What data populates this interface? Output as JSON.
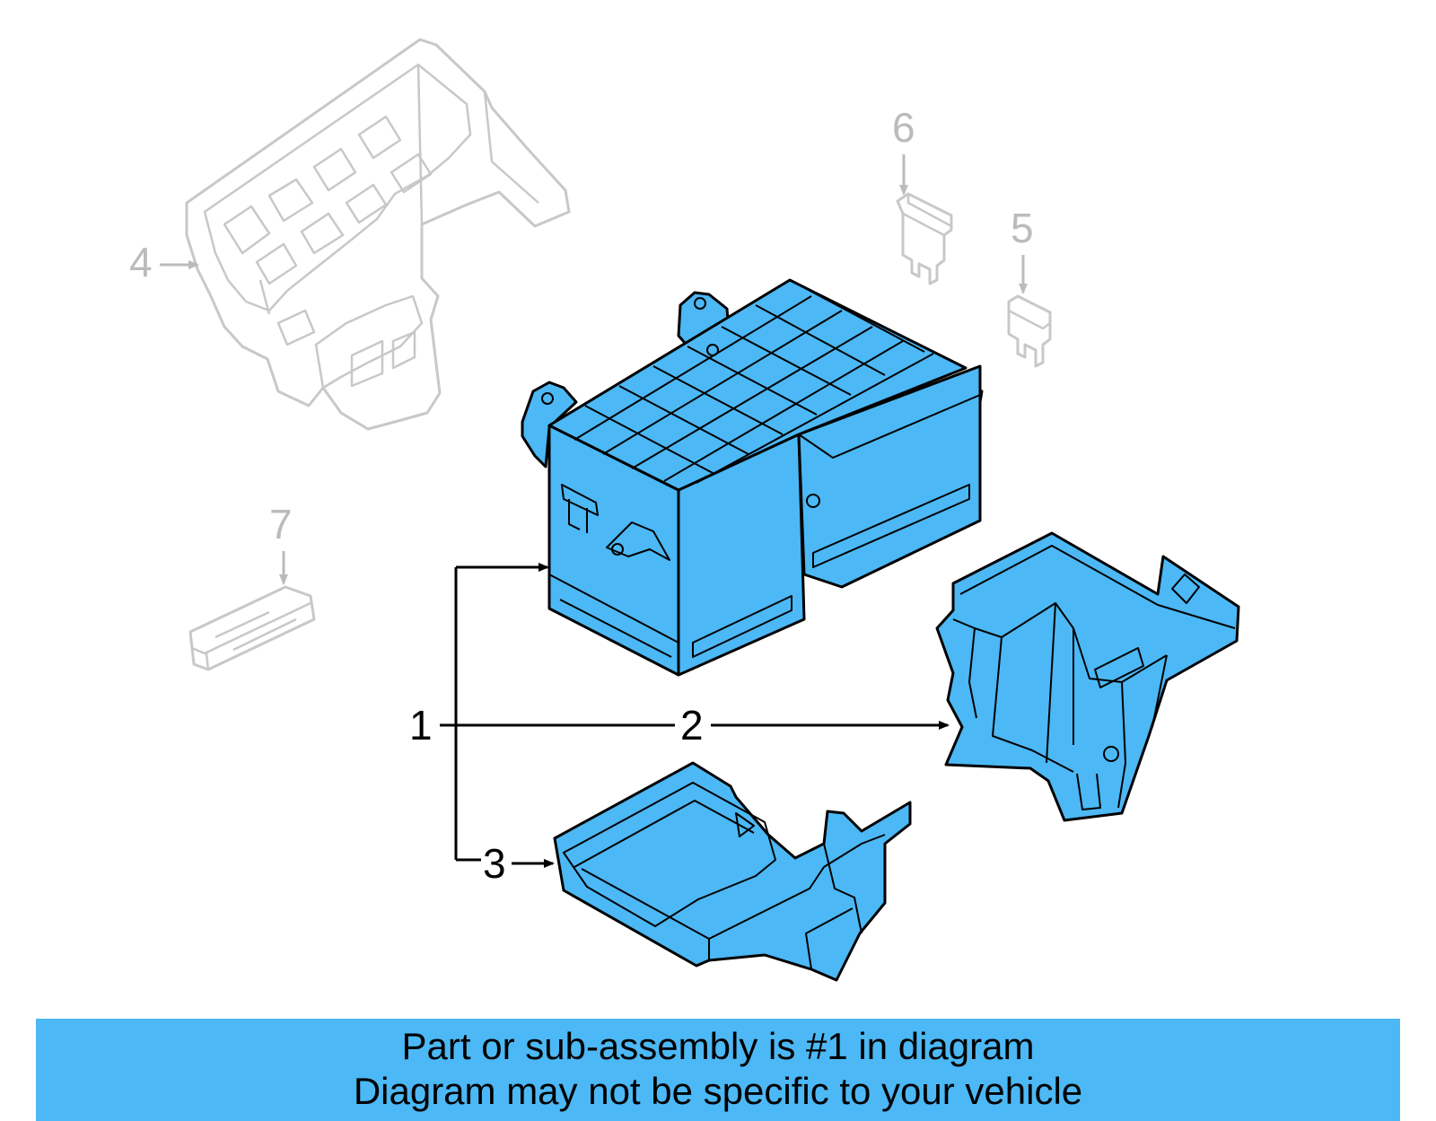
{
  "callouts": {
    "c1": "1",
    "c2": "2",
    "c3": "3",
    "c4": "4",
    "c5": "5",
    "c6": "6",
    "c7": "7"
  },
  "colors": {
    "highlight": "#4cb8f5",
    "ghost": "#c8c8c8",
    "outline": "#000000"
  },
  "banner": {
    "line1": "Part or sub-assembly is #1 in diagram",
    "line2": "Diagram may not be specific to your vehicle"
  }
}
